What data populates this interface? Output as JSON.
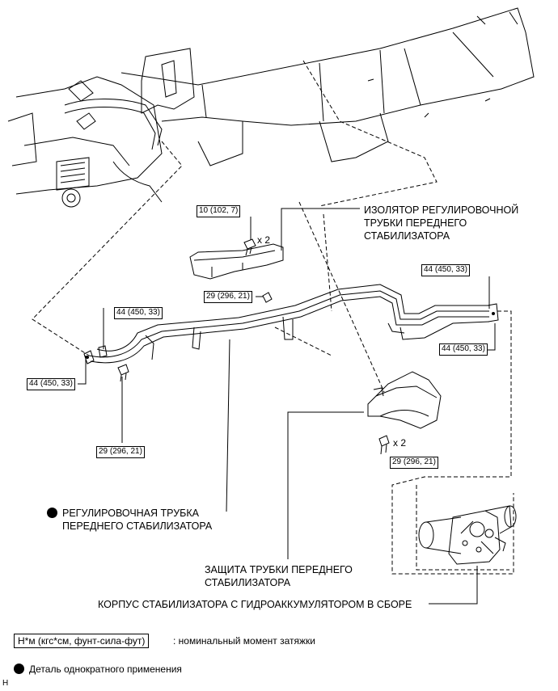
{
  "labels": {
    "isolator_l1": "ИЗОЛЯТОР РЕГУЛИРОВОЧНОЙ",
    "isolator_l2": "ТРУБКИ ПЕРЕДНЕГО",
    "isolator_l3": "СТАБИЛИЗАТОРА",
    "tube_l1": "РЕГУЛИРОВОЧНАЯ ТРУБКА",
    "tube_l2": "ПЕРЕДНЕГО СТАБИЛИЗАТОРА",
    "protect_l1": "ЗАЩИТА ТРУБКИ ПЕРЕДНЕГО",
    "protect_l2": "СТАБИЛИЗАТОРА",
    "housing": "КОРПУС СТАБИЛИЗАТОРА С ГИДРОАККУМУЛЯТОРОМ В СБОРЕ"
  },
  "torques": {
    "t1": "10 (102, 7)",
    "t2": "29 (296, 21)",
    "t3": "44 (450, 33)",
    "t4": "44 (450, 33)",
    "t5": "44 (450, 33)",
    "t6": "44 (450, 33)",
    "t7": "29 (296, 21)",
    "t8": "29 (296, 21)"
  },
  "multipliers": {
    "m1": "x 2",
    "m2": "x 2"
  },
  "legend": {
    "torque_unit": "Н*м (кгс*см, фунт-сила-фут)",
    "torque_desc": ": номинальный момент затяжки",
    "single_use": "Деталь однократного применения"
  },
  "corner_mark": "H"
}
